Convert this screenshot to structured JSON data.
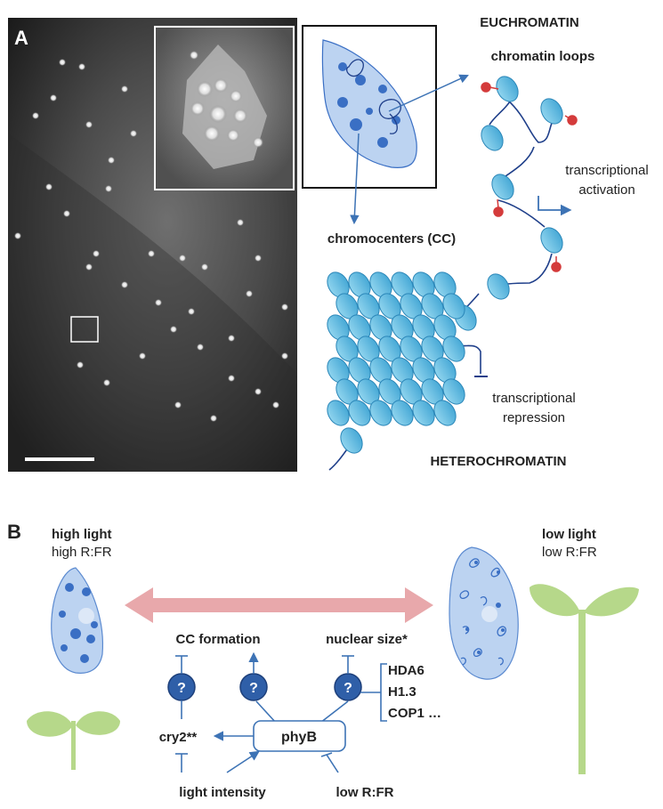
{
  "panel_a": {
    "label": "A",
    "euchromatin_title": "EUCHROMATIN",
    "chromatin_loops": "chromatin loops",
    "transcriptional_activation": [
      "transcriptional",
      "activation"
    ],
    "chromocenters": "chromocenters (CC)",
    "transcriptional_repression": [
      "transcriptional",
      "repression"
    ],
    "heterochromatin_title": "HETEROCHROMATIN"
  },
  "panel_b": {
    "label": "B",
    "high_light_title": "high light",
    "high_light_sub": "high R:FR",
    "low_light_title": "low light",
    "low_light_sub": "low R:FR",
    "cc_formation": "CC formation",
    "nuclear_size": "nuclear size*",
    "question_mark": "?",
    "cry2": "cry2**",
    "phyB": "phyB",
    "factors": [
      "HDA6",
      "H1.3",
      "COP1 …"
    ],
    "light_intensity": "light intensity",
    "low_rfr": "low R:FR"
  },
  "colors": {
    "nucleus_fill": "#bcd3f1",
    "chromatin_blue": "#3a6fc4",
    "nucleosome": "#5bbfe3",
    "arrow_blue": "#3d73b5",
    "pink_arrow": "#e8a8ab",
    "seedling_green": "#b6d88a",
    "methyl_red": "#d43b3b",
    "question_fill": "#2f5fa8"
  }
}
